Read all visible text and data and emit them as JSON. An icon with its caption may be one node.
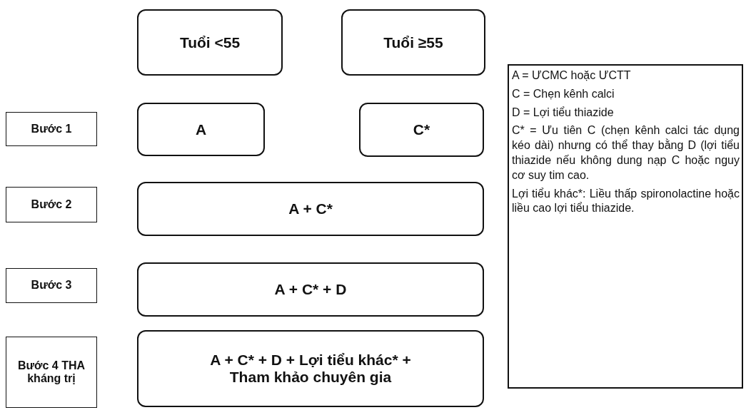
{
  "diagram": {
    "nodes": [
      {
        "text": [
          "Tuổi <55"
        ]
      },
      {
        "text": [
          "Tuổi ≥55"
        ]
      },
      {
        "text": [
          "Bước 1"
        ]
      },
      {
        "text": [
          "A"
        ]
      },
      {
        "text": [
          "C*"
        ]
      },
      {
        "text": [
          "Bước 2"
        ]
      },
      {
        "text": [
          "A + C*"
        ]
      },
      {
        "text": [
          "Bước 3"
        ]
      },
      {
        "text": [
          "A + C* + D"
        ]
      },
      {
        "text": [
          "Bước 4 THA kháng trị"
        ]
      },
      {
        "text": [
          "A + C* + D + Lợi tiểu khác* + Tham khảo chuyên gia"
        ]
      },
      {
        "text": [
          "A = ƯCMC hoặc ƯCTT",
          "C = Chẹn kênh calci",
          "D = Lợi tiểu thiazide",
          "C* = Ưu tiên C (chẹn kênh calci tác dụng kéo dài) nhưng có thể thay bằng D (lợi tiểu thiazide nếu không dung nạp C hoặc nguy cơ suy tim cao.",
          "Lợi tiểu khác*: Liều thấp spironolactine hoặc liều cao lợi tiểu thiazide."
        ]
      }
    ],
    "edges": []
  }
}
